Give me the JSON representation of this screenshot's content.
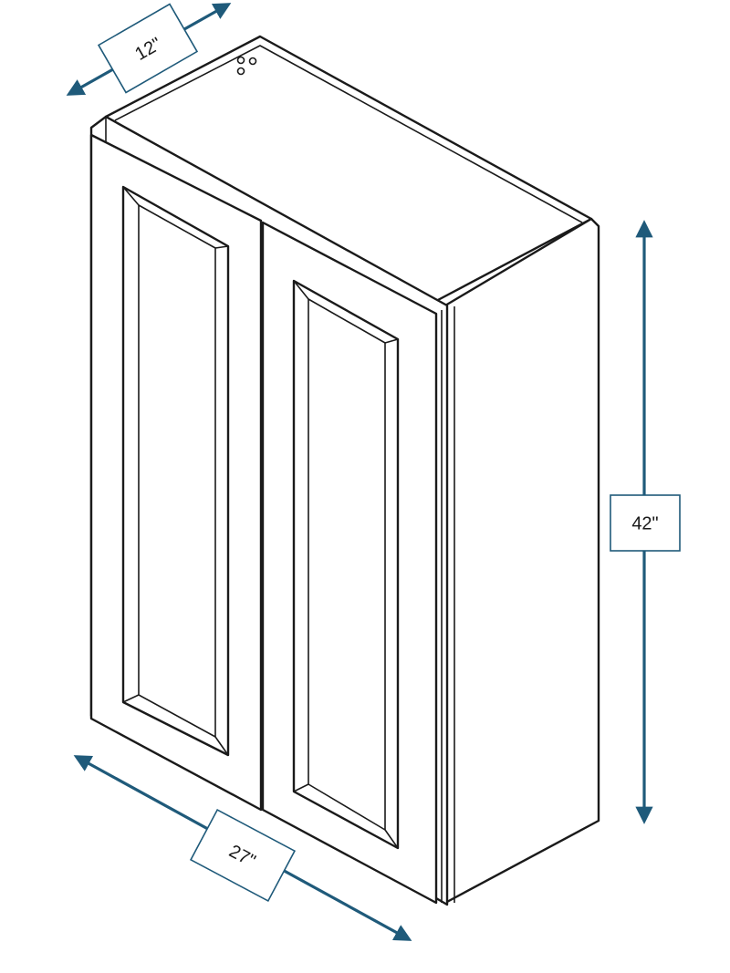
{
  "colors": {
    "dimension": "#1f5a7a",
    "outline": "#1a1a1a",
    "background": "#ffffff"
  },
  "dimensions": {
    "depth": "12\"",
    "height": "42\"",
    "width": "27\""
  }
}
